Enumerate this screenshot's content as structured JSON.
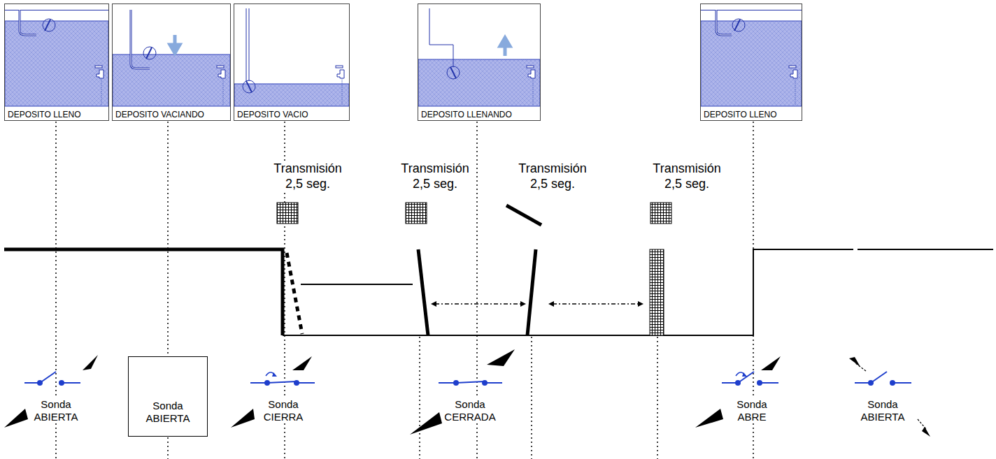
{
  "diagram": {
    "nodes": [
      {
        "text": [
          "DEPOSITO LLENO"
        ]
      },
      {
        "text": [
          "DEPOSITO VACIANDO"
        ]
      },
      {
        "text": [
          "DEPOSITO VACIO"
        ]
      },
      {
        "text": [
          "DEPOSITO LLENANDO"
        ]
      },
      {
        "text": [
          "DEPOSITO LLENO"
        ]
      },
      {
        "text": [
          "Sonda ABIERTA"
        ]
      }
    ],
    "labels": [
      "Transmisión 2,5 seg.",
      "Transmisión 2,5 seg.",
      "Transmisión 2,5 seg.",
      "Transmisión 2,5 seg.",
      "Sonda ABIERTA",
      "Sonda CIERRA",
      "Sonda CERRADA",
      "Sonda ABRE",
      "Sonda ABIERTA"
    ]
  }
}
